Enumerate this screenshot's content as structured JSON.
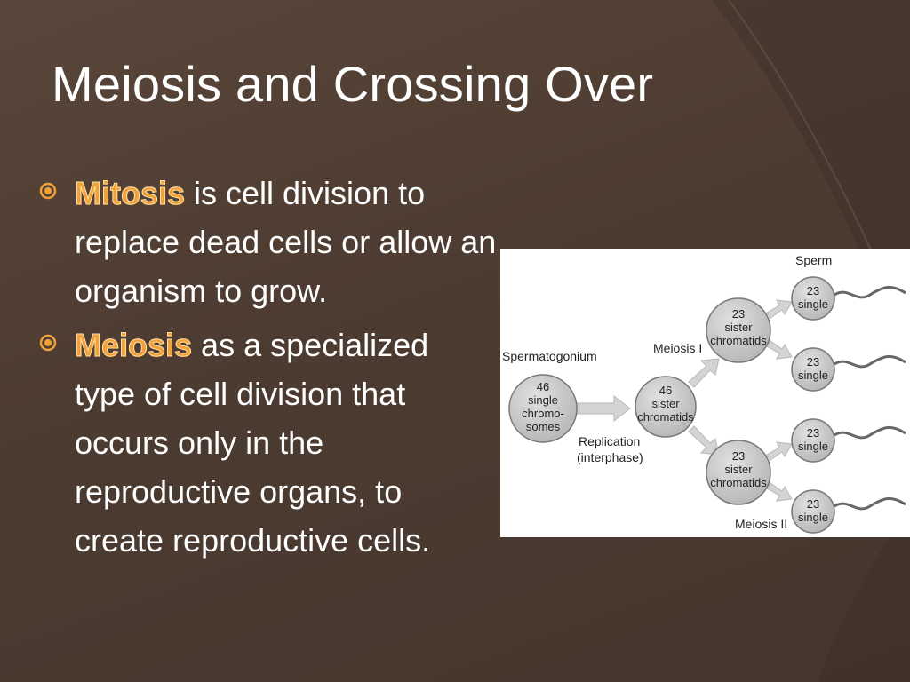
{
  "slide": {
    "title": "Meiosis and Crossing Over",
    "bullets": [
      {
        "keyword": "Mitosis",
        "text": " is cell division to replace dead cells or allow an organism to grow."
      },
      {
        "keyword": "Meiosis",
        "text": " as a specialized type of cell division that occurs only in the reproductive organs, to create reproductive cells."
      }
    ]
  },
  "diagram": {
    "labels": {
      "spermatogonium": "Spermatogonium",
      "replication_1": "Replication",
      "replication_2": "(interphase)",
      "meiosis_1": "Meiosis I",
      "meiosis_2": "Meiosis II",
      "sperm": "Sperm"
    },
    "cells": {
      "spermatogonium": [
        "46",
        "single",
        "chromo-",
        "somes"
      ],
      "replicated": [
        "46",
        "sister",
        "chromatids"
      ],
      "secondary_top": [
        "23",
        "sister",
        "chromatids"
      ],
      "secondary_bottom": [
        "23",
        "sister",
        "chromatids"
      ],
      "sperm": [
        [
          "23",
          "single"
        ],
        [
          "23",
          "single"
        ],
        [
          "23",
          "single"
        ],
        [
          "23",
          "single"
        ]
      ]
    }
  },
  "colors": {
    "background": "#4e3d32",
    "title": "#ffffff",
    "keyword": "#f2a03a",
    "cell_fill": "#c9c9c9",
    "arrow_fill": "#d4d4d4"
  }
}
